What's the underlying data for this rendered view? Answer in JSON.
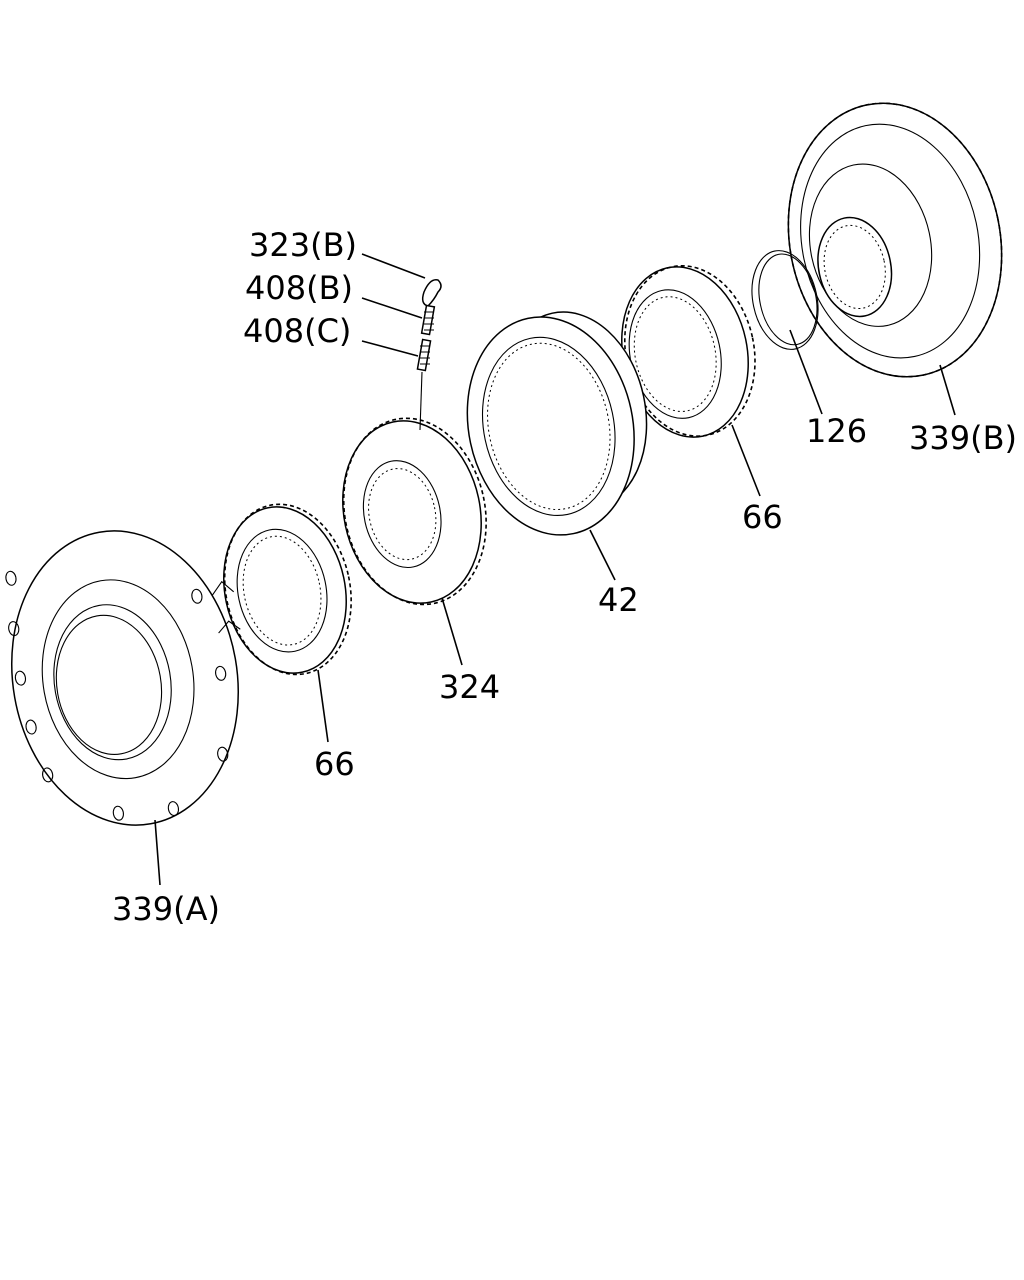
{
  "labels": {
    "p323b": "323(B)",
    "p408b": "408(B)",
    "p408c": "408(C)",
    "p126": "126",
    "p339b": "339(B)",
    "p66_right": "66",
    "p42": "42",
    "p324": "324",
    "p66_left": "66",
    "p339a": "339(A)"
  }
}
